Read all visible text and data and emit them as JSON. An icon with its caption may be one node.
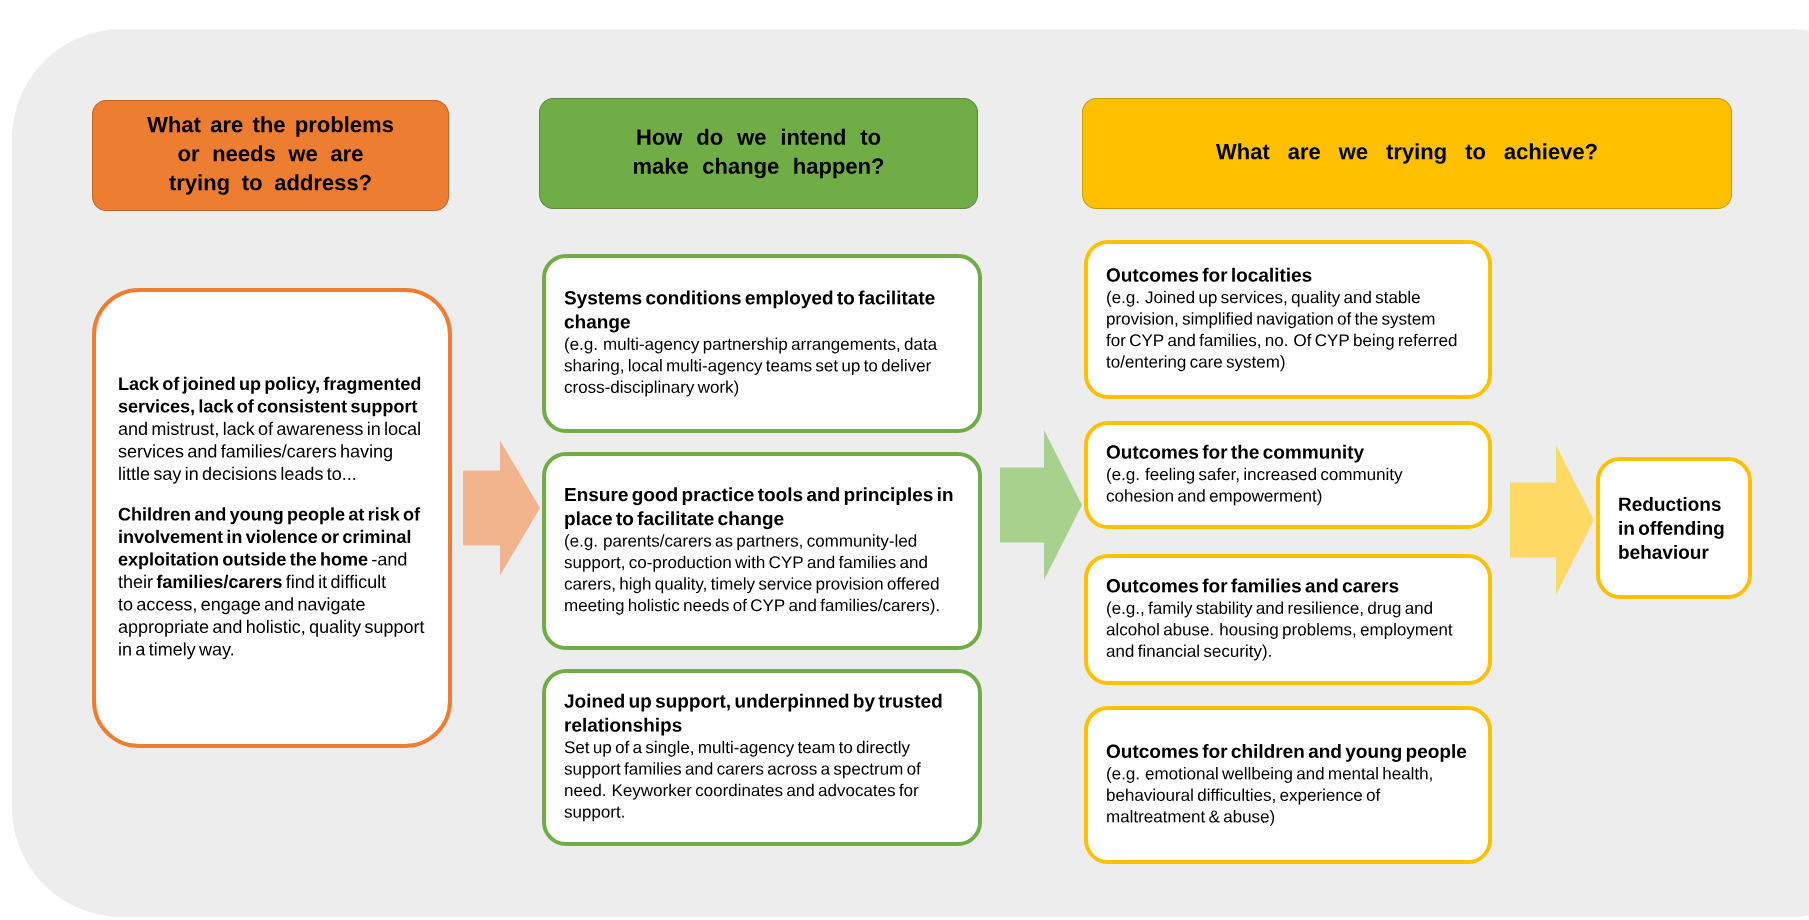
{
  "diagram": {
    "nodes": [
      {
        "text": [
          "What are the problems or needs we are trying to address?"
        ]
      },
      {
        "text": [
          "How do we intend to make change happen?"
        ]
      },
      {
        "text": [
          "What are we trying to achieve?"
        ]
      },
      {
        "text": [
          "**Lack of joined up policy, fragmented services, lack of consistent support** and mistrust, lack of awareness in local services and families/carers having little say in decisions leads to...",
          "**Children and young people at risk of involvement in violence or criminal exploitation outside the home** -and their **families/carers** find it difficult to access, engage and navigate appropriate and holistic, quality support in a timely way."
        ]
      },
      {
        "text": [
          "Systems conditions employed to facilitate change",
          "(e.g. multi-agency partnership arrangements, data sharing, local multi-agency teams set up to deliver cross-disciplinary work)"
        ]
      },
      {
        "text": [
          "Ensure good practice tools and principles in place to facilitate change",
          "(e.g. parents/carers as partners, community-led support, co-production with CYP and families and carers, high quality, timely service provision  offered meeting holistic needs of CYP and families/carers)."
        ]
      },
      {
        "text": [
          "Joined up support, underpinned by trusted relationships",
          "Set up of a single, multi-agency team to directly support families and carers across a spectrum of need. Keyworker coordinates and advocates for support."
        ]
      },
      {
        "text": [
          "Outcomes for localities",
          "(e.g. Joined up services, quality and stable provision, simplified navigation of the system for CYP and families, no. Of CYP being referred to/entering care system)"
        ]
      },
      {
        "text": [
          "Outcomes for the community",
          "(e.g. feeling safer, increased community cohesion and empowerment)"
        ]
      },
      {
        "text": [
          "Outcomes for families and carers",
          "(e.g., family stability and resilience, drug and alcohol abuse. housing problems, employment and financial security)."
        ]
      },
      {
        "text": [
          "Outcomes for children and young people",
          "(e.g. emotional wellbeing and mental health, behavioural difficulties, experience of maltreatment & abuse)"
        ]
      },
      {
        "text": [
          "Reductions in offending behaviour"
        ]
      }
    ],
    "edges": [
      {
        "from": 3,
        "to": 5,
        "arrow": "to",
        "color": "#f2b48c"
      },
      {
        "from": 5,
        "to": 8,
        "arrow": "to",
        "color": "#a9d18e"
      },
      {
        "from": 8,
        "to": 11,
        "arrow": "to",
        "color": "#ffd966"
      }
    ]
  }
}
